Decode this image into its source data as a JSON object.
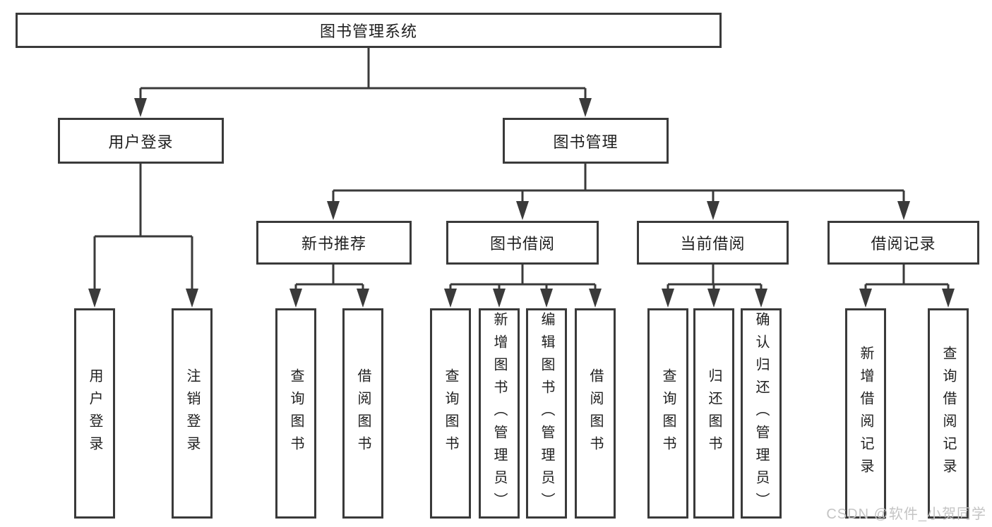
{
  "root": {
    "label": "图书管理系统",
    "children": [
      {
        "label": "用户登录",
        "children": [
          {
            "label": "用户登录"
          },
          {
            "label": "注销登录"
          }
        ]
      },
      {
        "label": "图书管理",
        "children": [
          {
            "label": "新书推荐",
            "children": [
              {
                "label": "查询图书"
              },
              {
                "label": "借阅图书"
              }
            ]
          },
          {
            "label": "图书借阅",
            "children": [
              {
                "label": "查询图书"
              },
              {
                "label": "新增图书（管理员）"
              },
              {
                "label": "编辑图书（管理员）"
              },
              {
                "label": "借阅图书"
              }
            ]
          },
          {
            "label": "当前借阅",
            "children": [
              {
                "label": "查询图书"
              },
              {
                "label": "归还图书"
              },
              {
                "label": "确认归还（管理员）"
              }
            ]
          },
          {
            "label": "借阅记录",
            "children": [
              {
                "label": "新增借阅记录"
              },
              {
                "label": "查询借阅记录"
              }
            ]
          }
        ]
      }
    ]
  },
  "watermark": {
    "text": "CSDN @软件_小贺同学"
  },
  "colors": {
    "line": "#3a3a3a",
    "text": "#1f1f1f",
    "background": "#ffffff",
    "watermark": "#c4c4c4"
  }
}
